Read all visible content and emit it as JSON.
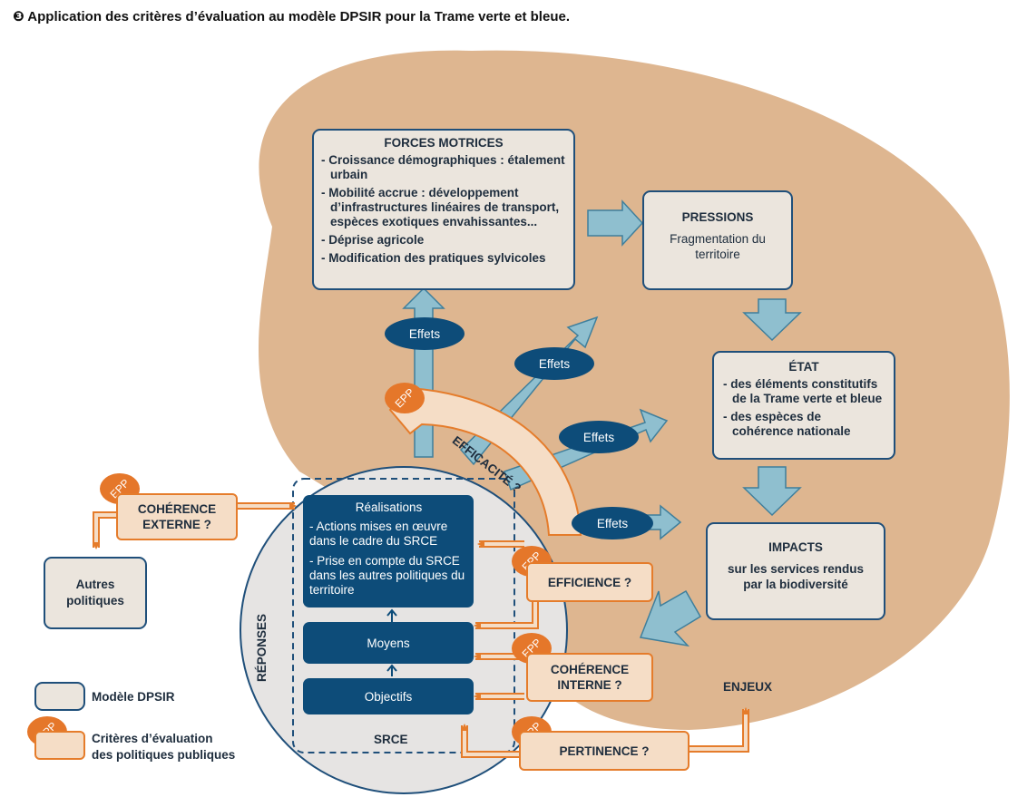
{
  "title": "❸ Application des critères d’évaluation au modèle DPSIR pour la Trame verte et bleue.",
  "forces_motrices": {
    "heading": "FORCES MOTRICES",
    "items": [
      "- Croissance démographiques : étalement urbain",
      "- Mobilité accrue : développement d’infrastructures linéaires de transport, espèces exotiques envahissantes...",
      "- Déprise agricole",
      "- Modification des pratiques sylvicoles"
    ]
  },
  "pressions": {
    "heading": "PRESSIONS",
    "text": "Fragmentation du territoire"
  },
  "etat": {
    "heading": "ÉTAT",
    "items": [
      "- des éléments constitutifs de la Trame verte et bleue",
      "- des espèces de cohérence nationale"
    ]
  },
  "impacts": {
    "heading": "IMPACTS",
    "text": "sur les services rendus par la biodiversité"
  },
  "effets_label": "Effets",
  "efficacite_label": "EFFICACITÉ ?",
  "epp_label": "EPP",
  "reponses_label": "RÉPONSES",
  "srce_label": "SRCE",
  "realisations": {
    "heading": "Réalisations",
    "items": [
      "- Actions mises en œuvre dans le cadre du SRCE",
      "- Prise en compte du SRCE dans les autres politiques du territoire"
    ]
  },
  "moyens_label": "Moyens",
  "objectifs_label": "Objectifs",
  "coherence_externe_label": "COHÉRENCE EXTERNE ?",
  "autres_politiques_label": "Autres politiques",
  "efficience_label": "EFFICIENCE ?",
  "coherence_interne_label": "COHÉRENCE INTERNE ?",
  "pertinence_label": "PERTINENCE ?",
  "enjeux_label": "ENJEUX",
  "legend": {
    "dpsir_label": "Modèle DPSIR",
    "criteres_label": "Critères d’évaluation des politiques publiques"
  },
  "colors": {
    "blob": "#deb690",
    "box_fill": "#ebe5dd",
    "box_border": "#1f4f7a",
    "dark_blue": "#0d4c79",
    "arrow_blue": "#8fbfcf",
    "orange": "#e57c2b",
    "orange_light": "#f5ddc6",
    "circle": "#e6e4e3"
  }
}
